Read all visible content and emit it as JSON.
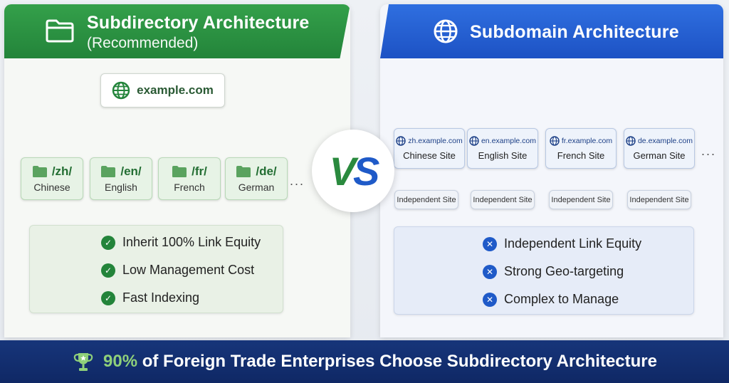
{
  "left": {
    "title": "Subdirectory Architecture",
    "subtitle": "(Recommended)",
    "root": "example.com",
    "dirs": [
      {
        "path": "/zh/",
        "lang": "Chinese"
      },
      {
        "path": "/en/",
        "lang": "English"
      },
      {
        "path": "/fr/",
        "lang": "French"
      },
      {
        "path": "/de/",
        "lang": "German"
      }
    ],
    "more": "...",
    "benefits": [
      "Inherit 100% Link Equity",
      "Low Management Cost",
      "Fast Indexing"
    ]
  },
  "right": {
    "title": "Subdomain Architecture",
    "subdomains": [
      {
        "domain": "zh.example.com",
        "site": "Chinese Site",
        "independent": "Independent Site"
      },
      {
        "domain": "en.example.com",
        "site": "English Site",
        "independent": "Independent Site"
      },
      {
        "domain": "fr.example.com",
        "site": "French Site",
        "independent": "Independent Site"
      },
      {
        "domain": "de.example.com",
        "site": "German Site",
        "independent": "Independent Site"
      }
    ],
    "more": "...",
    "points": [
      "Independent Link Equity",
      "Strong Geo-targeting",
      "Complex to Manage"
    ]
  },
  "vs": {
    "v": "V",
    "s": "S"
  },
  "footer": {
    "highlight": "90%",
    "text": "of Foreign Trade Enterprises Choose Subdirectory Architecture"
  },
  "colors": {
    "green": "#23843a",
    "blue": "#1f5ac8",
    "footer": "#17357a"
  },
  "icons": {
    "left_header": "folder-icon",
    "right_header": "globe-icon",
    "footer": "trophy-icon"
  }
}
